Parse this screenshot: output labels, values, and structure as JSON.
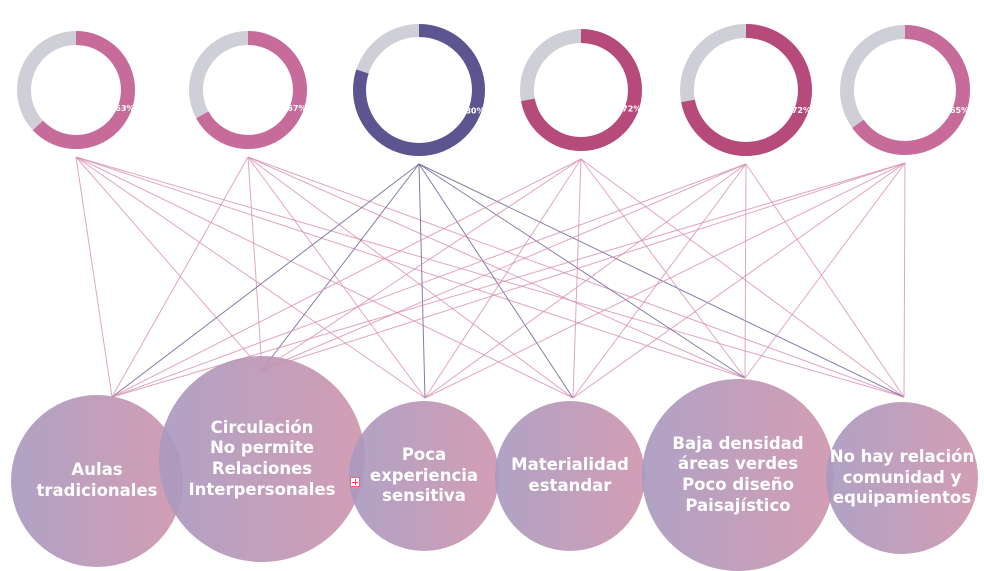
{
  "donuts": [
    {
      "label": "63%",
      "value": 63,
      "color": "#c76b9a"
    },
    {
      "label": "67%",
      "value": 67,
      "color": "#c76b9a"
    },
    {
      "label": "80%",
      "value": 80,
      "color": "#5c5590"
    },
    {
      "label": "72%",
      "value": 72,
      "color": "#b64a7a"
    },
    {
      "label": "72%",
      "value": 72,
      "color": "#b64a7a"
    },
    {
      "label": "65%",
      "value": 65,
      "color": "#c76b9a"
    }
  ],
  "topics": [
    {
      "text": "Aulas\ntradicionales"
    },
    {
      "text": "Circulación\nNo permite\nRelaciones\nInterpersonales"
    },
    {
      "text": "Poca\nexperiencia\nsensitiva"
    },
    {
      "text": "Materialidad\nestandar"
    },
    {
      "text": "Baja densidad\náreas verdes\nPoco diseño\nPaisajístico"
    },
    {
      "text": "No hay relación\ncomunidad y\nequipamientos"
    }
  ],
  "colors": {
    "track": "#cfcfd7",
    "link_pink": "#d98fb0",
    "link_purple": "#6d6599",
    "bubble_start": "#a99ac0",
    "bubble_end": "#cf95ad"
  }
}
